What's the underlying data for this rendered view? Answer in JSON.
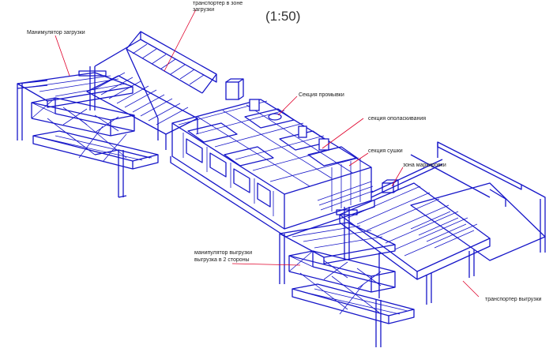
{
  "drawing": {
    "scale": "(1:50)",
    "labels": {
      "loading_manipulator": "Манимулятор загрузки",
      "loading_conveyor_line1": "транспортер в зоне",
      "loading_conveyor_line2": "загрузки",
      "washing_section": "Секция промывки",
      "rinsing_section": "секция ополаскивания",
      "drying_section": "секция сушки",
      "marking_zone": "зона маркировки",
      "unloading_manipulator_line1": "манипулятор выгрузки",
      "unloading_manipulator_line2": "выгрузка в 2 стороны",
      "unloading_conveyor": "транспортер выгрузки"
    },
    "colors": {
      "equipment": "#1616c8",
      "leader": "#e0002a",
      "text": "#1a1a1a"
    }
  }
}
